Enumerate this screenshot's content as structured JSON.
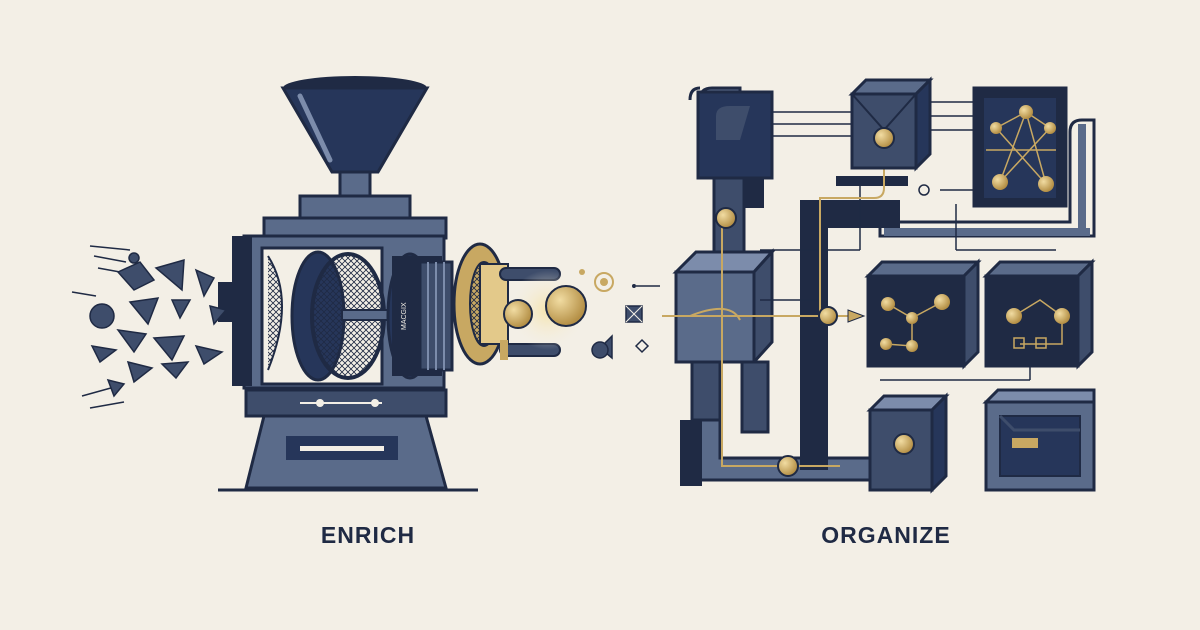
{
  "labels": {
    "left": "ENRICH",
    "right": "ORGANIZE"
  },
  "machine_plate_text": "MACGIX",
  "colors": {
    "background": "#f3efe6",
    "navy": "#1f2a44",
    "slate": "#5a6b8a",
    "slate_dark": "#3e4d6b",
    "gold": "#c8a862",
    "gold_light": "#e3c98a"
  },
  "icons": [
    "funnel-icon",
    "gear-icon",
    "data-shards-icon",
    "gold-sphere-icon",
    "network-node-icon"
  ]
}
